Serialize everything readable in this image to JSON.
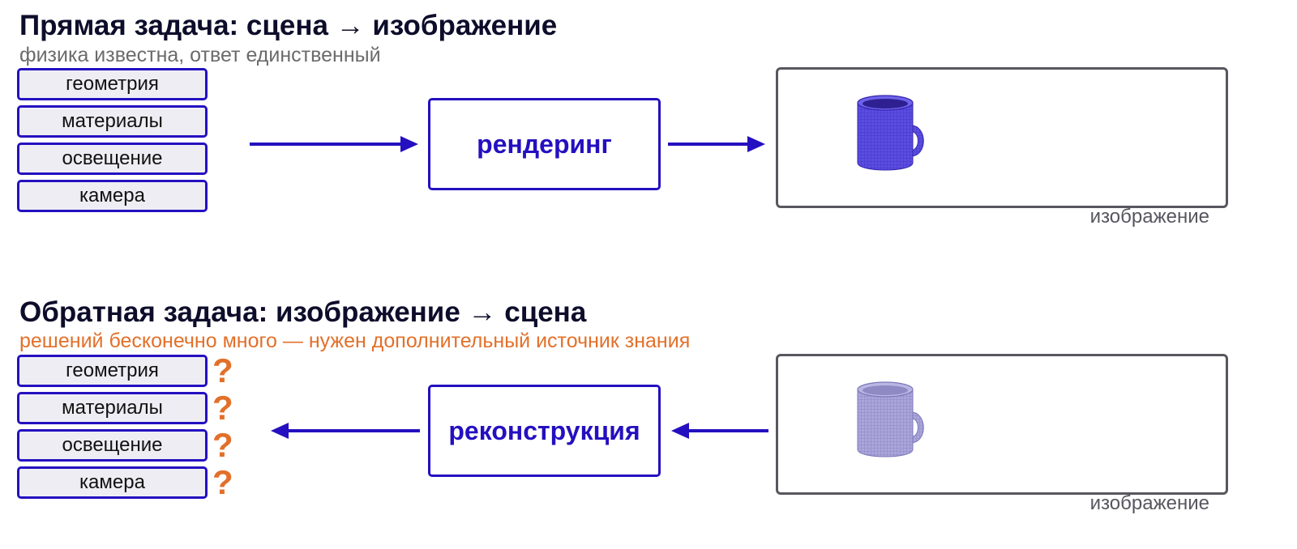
{
  "forward": {
    "title": "Прямая задача: сцена → изображение",
    "subtitle": "физика известна, ответ единственный",
    "params": [
      "геометрия",
      "материалы",
      "освещение",
      "камера"
    ],
    "process": "рендеринг",
    "image_caption": "изображение"
  },
  "inverse": {
    "title": "Обратная задача: изображение → сцена",
    "subtitle": "решений бесконечно много — нужен дополнительный источник знания",
    "params": [
      "геометрия",
      "материалы",
      "освещение",
      "камера"
    ],
    "unknown_mark": "?",
    "process": "реконструкция",
    "image_caption": "изображение"
  },
  "colors": {
    "accent": "#2410c0",
    "warning": "#e2702a",
    "mug_forward": "#5b4de0",
    "mug_inverse": "#a8a4d8"
  }
}
